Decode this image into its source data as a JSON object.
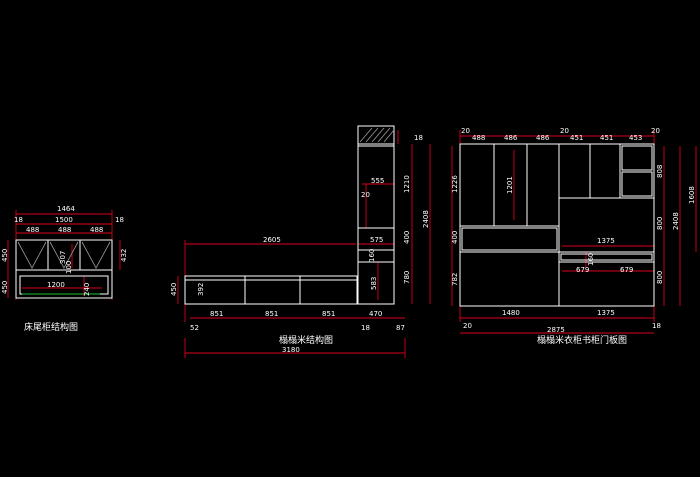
{
  "titles": {
    "bed_end": "床尾柜结构图",
    "tatami": "榻榻米结构图",
    "wardrobe": "榻榻米衣柜书柜门板图"
  },
  "colors": {
    "background": "#000000",
    "line": "#ffffff",
    "dimension_line": "#d8001c",
    "accent_green": "#1fbf3a"
  },
  "bed_end_dims": {
    "overall": "1464",
    "inner": "1500",
    "side_left": "18",
    "side_right": "18",
    "seg1": "488",
    "seg2": "488",
    "seg3": "488",
    "h_top": "450",
    "h_bottom": "450",
    "right_h": "432",
    "mid1": "307",
    "mid2": "100",
    "drawer": "1200",
    "drawer_h": "240"
  },
  "tatami_dims": {
    "top_len": "2605",
    "top_right": "575",
    "h450": "450",
    "h392": "392",
    "seg1": "851",
    "seg2": "851",
    "seg3": "851",
    "seg4": "470",
    "left_off": "52",
    "right_off1": "18",
    "right_off2": "87",
    "total": "3180",
    "tower_top": "18",
    "tower_h1": "1210",
    "tower_h2": "400",
    "tower_h3": "780",
    "tower_total": "2408",
    "shelf": "555",
    "shelf_off": "20",
    "h160": "160",
    "h583": "583"
  },
  "wardrobe_dims": {
    "top_l": "20",
    "top_w1": "488",
    "top_w2": "486",
    "top_w3": "486",
    "top_mid": "20",
    "top_w4": "451",
    "top_w5": "451",
    "top_w6": "453",
    "top_r": "20",
    "left_h1": "1226",
    "left_h2": "400",
    "left_h3": "782",
    "door_h": "1201",
    "right_h1": "808",
    "right_h2": "800",
    "right_h3": "800",
    "right_sum": "1608",
    "right_total": "2408",
    "w1375a": "1375",
    "w160": "160",
    "w679a": "679",
    "w679b": "679",
    "bot_w1": "1480",
    "bot_w2": "1375",
    "bot_l": "20",
    "bot_total": "2875",
    "bot_r": "18"
  }
}
